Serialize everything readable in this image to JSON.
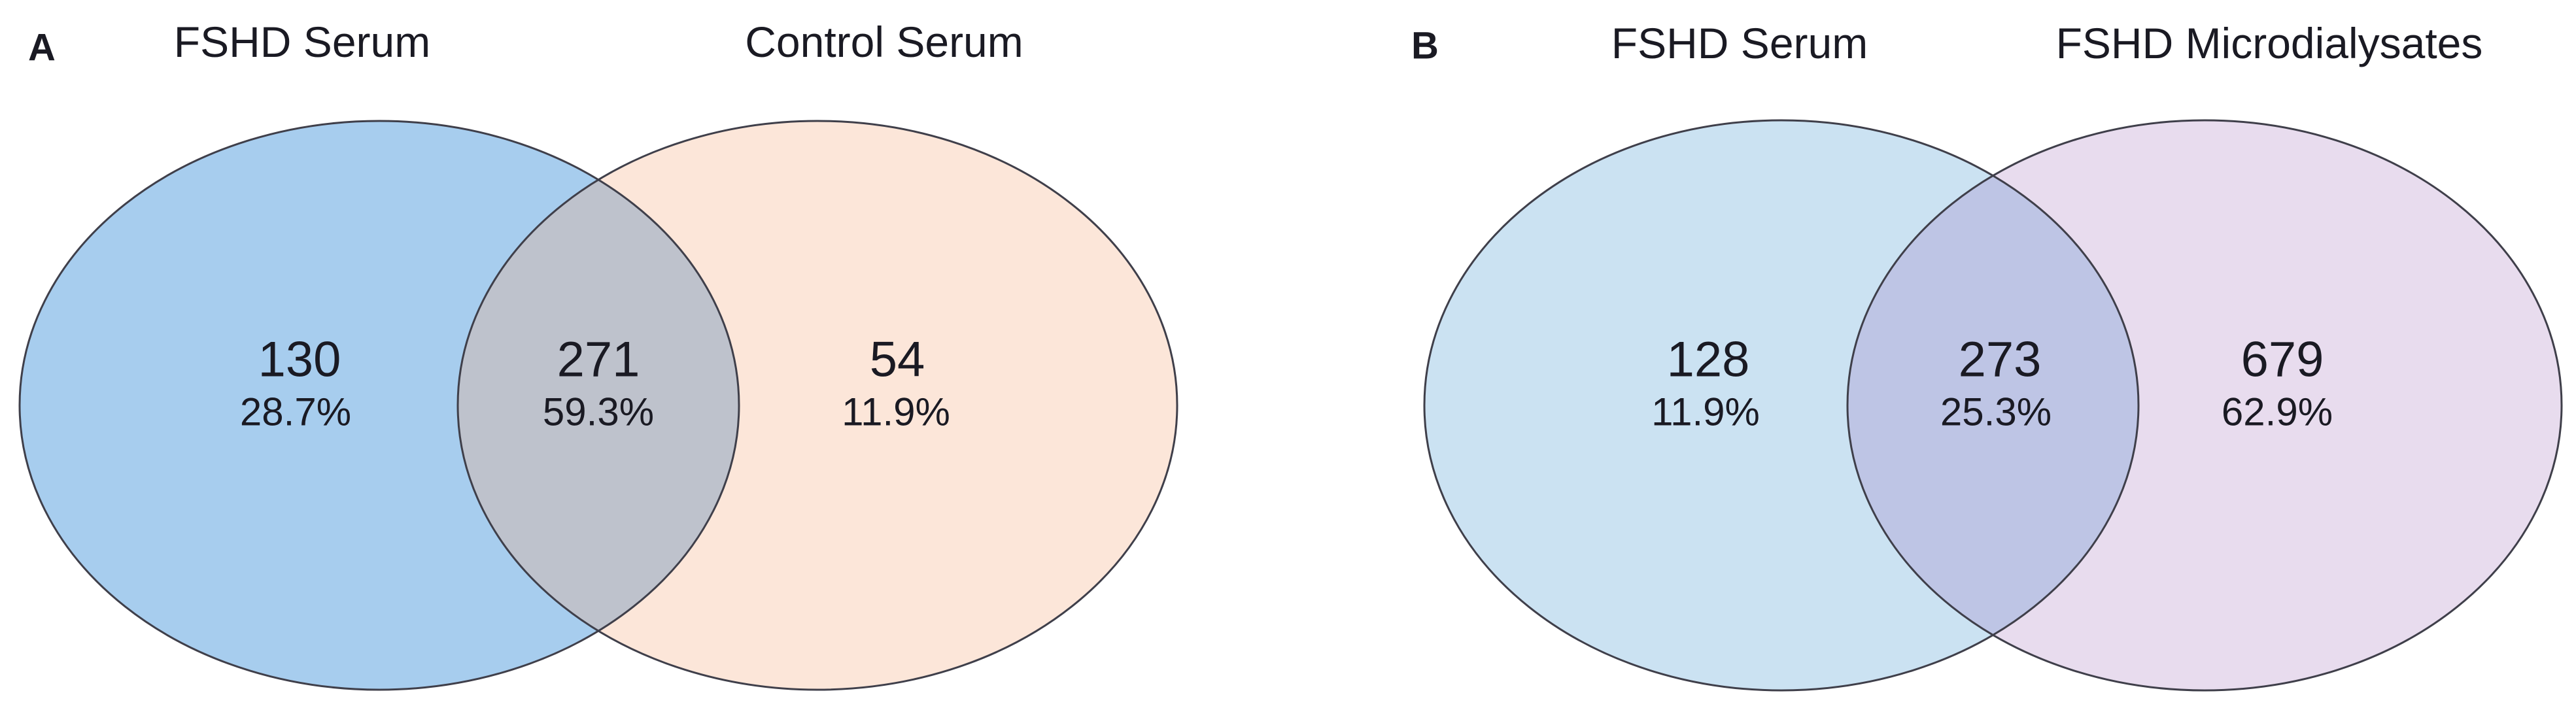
{
  "figure": {
    "outline_color": "#3f3f4a",
    "text_color": "#1a1a23",
    "panels": [
      {
        "panel_label": "A",
        "left_set": {
          "title": "FSHD Serum",
          "count": "130",
          "percent": "28.7%",
          "color": "#a7cdee"
        },
        "right_set": {
          "title": "Control Serum",
          "count": "54",
          "percent": "11.9%",
          "color": "#fce6d9"
        },
        "overlap": {
          "count": "271",
          "percent": "59.3%",
          "color": "#bec2cc"
        }
      },
      {
        "panel_label": "B",
        "left_set": {
          "title": "FSHD Serum",
          "count": "128",
          "percent": "11.9%",
          "color": "#cbe2f2"
        },
        "right_set": {
          "title": "FSHD Microdialysates",
          "count": "679",
          "percent": "62.9%",
          "color": "#e8dcee"
        },
        "overlap": {
          "count": "273",
          "percent": "25.3%",
          "color": "#bec5e5"
        }
      }
    ]
  },
  "chart_data": [
    {
      "type": "venn",
      "panel": "A",
      "sets": [
        {
          "label": "FSHD Serum",
          "unique_count": 130,
          "unique_percent": 28.7
        },
        {
          "label": "Control Serum",
          "unique_count": 54,
          "unique_percent": 11.9
        }
      ],
      "overlap": {
        "count": 271,
        "percent": 59.3
      },
      "legend_position": "titles-above-circles",
      "grid": false
    },
    {
      "type": "venn",
      "panel": "B",
      "sets": [
        {
          "label": "FSHD Serum",
          "unique_count": 128,
          "unique_percent": 11.9
        },
        {
          "label": "FSHD Microdialysates",
          "unique_count": 679,
          "unique_percent": 62.9
        }
      ],
      "overlap": {
        "count": 273,
        "percent": 25.3
      },
      "legend_position": "titles-above-circles",
      "grid": false
    }
  ]
}
